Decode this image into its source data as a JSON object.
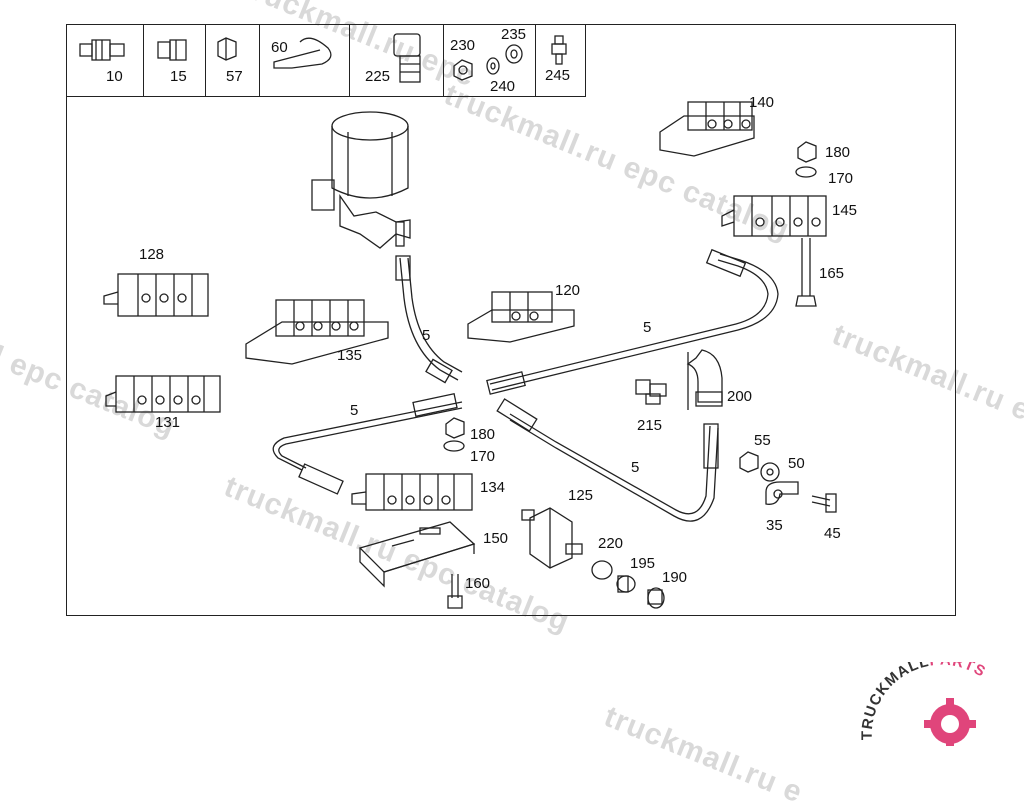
{
  "watermark": {
    "text_a": "truckmall.ru epc catalog",
    "text_b": "truckmall.ru epc catalog",
    "text_c": "truckmall.ru epc catalog",
    "text_d": "truckmall.ru epc",
    "text_e": "l epc catalog",
    "text_f": "truckmall.ru e"
  },
  "brand": {
    "name_dark": "TRUCKMALL",
    "name_accent": "PARTS",
    "accent_color": "#e0457b"
  },
  "legend": [
    "10",
    "15",
    "57",
    "60",
    "225",
    "230",
    "235",
    "240",
    "245"
  ],
  "parts": {
    "p140": "140",
    "p180a": "180",
    "p170a": "170",
    "p145": "145",
    "p165": "165",
    "p128": "128",
    "p120": "120",
    "p135": "135",
    "p5a": "5",
    "p5b": "5",
    "p131": "131",
    "p5c": "5",
    "p200": "200",
    "p215": "215",
    "p180b": "180",
    "p170b": "170",
    "p55": "55",
    "p50": "50",
    "p5d": "5",
    "p134": "134",
    "p125": "125",
    "p35": "35",
    "p45": "45",
    "p150": "150",
    "p220": "220",
    "p195": "195",
    "p190": "190",
    "p160": "160"
  }
}
